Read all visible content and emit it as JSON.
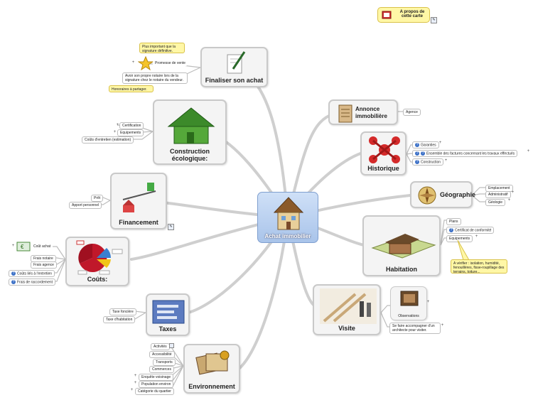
{
  "center": {
    "label": "Achat immobilier",
    "icon": "house-icon"
  },
  "about": {
    "label": "A propos de cette carte",
    "icon": "book-icon"
  },
  "topics": {
    "finaliser": {
      "label": "Finaliser son achat",
      "icon": "pen-document-icon"
    },
    "construction": {
      "label": "Construction écologique:",
      "icon": "green-house-icon"
    },
    "financement": {
      "label": "Financement",
      "icon": "balance-house-icon"
    },
    "couts": {
      "label": "Coûts:",
      "icon": "pie-chart-icon"
    },
    "taxes": {
      "label": "Taxes",
      "icon": "tax-form-icon"
    },
    "environnement": {
      "label": "Environnement",
      "icon": "photos-icon"
    },
    "annonce": {
      "label": "Annonce immobilière",
      "icon": "newspaper-icon"
    },
    "historique": {
      "label": "Historique",
      "icon": "network-icon"
    },
    "geographie": {
      "label": "Géographie",
      "icon": "compass-icon"
    },
    "habitation": {
      "label": "Habitation",
      "icon": "house-model-icon"
    },
    "visite": {
      "label": "Visite",
      "icon": "staircase-photo-icon"
    }
  },
  "leaves": {
    "finaliser_note": "Plus important que la signature définitive.",
    "finaliser_promesse": "Promesse de vente",
    "finaliser_avoir": "Avoir son propre notaire lors de la signature chez le notaire du vendeur.",
    "finaliser_honoraires": "Honoraires à partager.",
    "construction_certification": "Certification",
    "construction_equipements": "Equipements",
    "construction_couts": "Coûts d'entretien (estimation)",
    "financement_pret": "Prêt",
    "financement_apport": "Apport personnel",
    "couts_achat": "Coût achat",
    "couts_notaire": "Frais notaire",
    "couts_agence": "Frais agence",
    "couts_entretien": "Coûts liés à l'entretien",
    "couts_raccordement": "Frais de raccordement",
    "taxes_fonciere": "Taxe foncière",
    "taxes_habitation": "Taxe d'habitation",
    "env_activites": "Activités",
    "env_accessibilite": "Accessibilité",
    "env_transports": "Transports",
    "env_commerces": "Commerces",
    "env_voisinage": "Enquête voisinage",
    "env_population": "Population environ",
    "env_categorie": "Catégorie du quartier",
    "annonce_agence": "Agence",
    "historique_garanties": "Garanties",
    "historique_factures": "Ensemble des factures concernant les travaux effectués",
    "historique_construction": "Construction",
    "geo_emplacement": "Emplacement",
    "geo_administratif": "Administratif",
    "geo_geologie": "Géologie",
    "hab_plans": "Plans",
    "hab_certificat": "Certificat de conformité",
    "hab_equipements": "Equipements",
    "hab_note": "A vérifier : isolation, humidité, fenouillères, fisse-roupillage des terrains, toiture...",
    "visite_observations": "Observations",
    "visite_architecte": "Se faire accompagner d'un architecte pour visiter."
  }
}
